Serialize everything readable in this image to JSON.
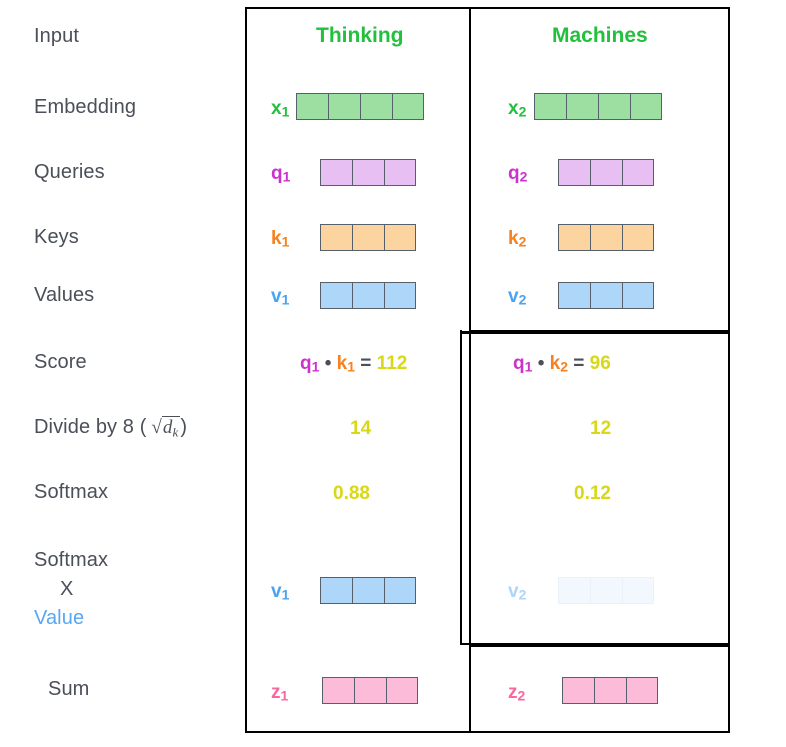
{
  "diagram": {
    "title_columns": [
      {
        "label": "Thinking",
        "color": "#22c03c"
      },
      {
        "label": "Machines",
        "color": "#22c03c"
      }
    ],
    "row_labels": [
      {
        "id": "input",
        "text": "Input"
      },
      {
        "id": "embedding",
        "text": "Embedding"
      },
      {
        "id": "queries",
        "text": "Queries"
      },
      {
        "id": "keys",
        "text": "Keys"
      },
      {
        "id": "values",
        "text": "Values"
      },
      {
        "id": "score",
        "text": "Score"
      },
      {
        "id": "divide",
        "text": "Divide by 8 ("
      },
      {
        "id": "divide_close",
        "text": ")"
      },
      {
        "id": "softmax",
        "text": "Softmax"
      },
      {
        "id": "softmax_x_value_line1",
        "text": "Softmax"
      },
      {
        "id": "softmax_x_value_line2",
        "text": "X"
      },
      {
        "id": "softmax_x_value_line3",
        "text": "Value"
      },
      {
        "id": "sum",
        "text": "Sum"
      }
    ],
    "divide_formula": {
      "d_symbol": "d",
      "k_subscript": "k",
      "radical": "√"
    },
    "colors": {
      "label_gray": "#4a4f58",
      "green": "#22c03c",
      "embedding_fill": "#9ddfa0",
      "query_purple": "#cc33cc",
      "query_fill": "#e8bff2",
      "key_orange": "#f58220",
      "key_fill": "#fbd4a0",
      "value_blue": "#4aa3f0",
      "value_fill": "#aed6f8",
      "value_fill_faded": "#f3f8fe",
      "sum_pink": "#f9679f",
      "sum_fill": "#fcbcd9",
      "number_yellow": "#d8d815",
      "border_gray": "#57606a",
      "outline_black": "#000000",
      "value_word_blue": "#57a7f5"
    },
    "vectors": [
      {
        "name": "x",
        "index": "1",
        "cells": 4,
        "kind": "embedding",
        "column": 1,
        "row": "embedding"
      },
      {
        "name": "x",
        "index": "2",
        "cells": 4,
        "kind": "embedding",
        "column": 2,
        "row": "embedding"
      },
      {
        "name": "q",
        "index": "1",
        "cells": 3,
        "kind": "query",
        "column": 1,
        "row": "queries"
      },
      {
        "name": "q",
        "index": "2",
        "cells": 3,
        "kind": "query",
        "column": 2,
        "row": "queries"
      },
      {
        "name": "k",
        "index": "1",
        "cells": 3,
        "kind": "key",
        "column": 1,
        "row": "keys"
      },
      {
        "name": "k",
        "index": "2",
        "cells": 3,
        "kind": "key",
        "column": 2,
        "row": "keys"
      },
      {
        "name": "v",
        "index": "1",
        "cells": 3,
        "kind": "value",
        "column": 1,
        "row": "values"
      },
      {
        "name": "v",
        "index": "2",
        "cells": 3,
        "kind": "value",
        "column": 2,
        "row": "values"
      },
      {
        "name": "v",
        "index": "1",
        "cells": 3,
        "kind": "value",
        "column": 1,
        "row": "softmax_x_value",
        "faded": false
      },
      {
        "name": "v",
        "index": "2",
        "cells": 3,
        "kind": "value",
        "column": 2,
        "row": "softmax_x_value",
        "faded": true
      },
      {
        "name": "z",
        "index": "1",
        "cells": 3,
        "kind": "sum",
        "column": 1,
        "row": "sum"
      },
      {
        "name": "z",
        "index": "2",
        "cells": 3,
        "kind": "sum",
        "column": 2,
        "row": "sum"
      }
    ],
    "score_row": {
      "col1": {
        "q": "q",
        "q_sub": "1",
        "dot": "•",
        "k": "k",
        "k_sub": "1",
        "eq": "=",
        "result": "112"
      },
      "col2": {
        "q": "q",
        "q_sub": "1",
        "dot": "•",
        "k": "k",
        "k_sub": "2",
        "eq": "=",
        "result": "96"
      }
    },
    "divide_row": {
      "col1": "14",
      "col2": "12"
    },
    "softmax_row": {
      "col1": "0.88",
      "col2": "0.12"
    }
  }
}
